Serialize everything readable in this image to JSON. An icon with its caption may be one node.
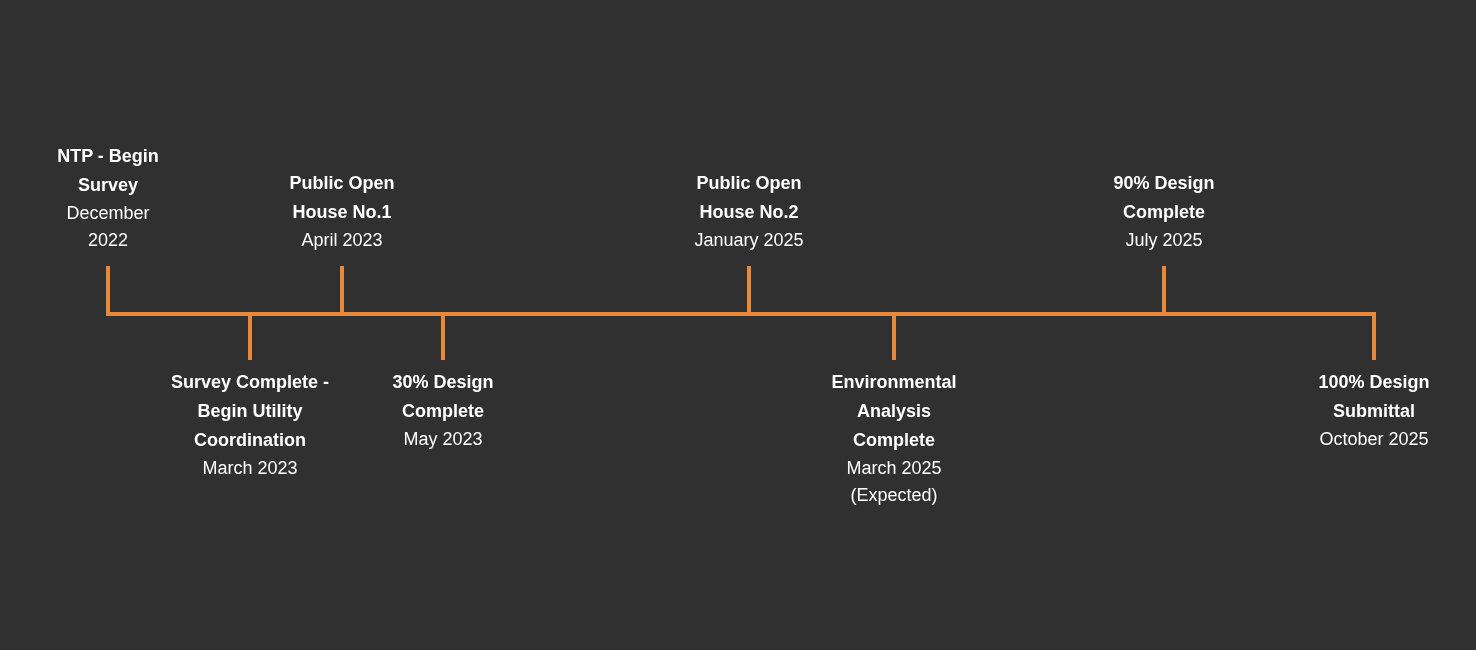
{
  "diagram": {
    "labels": [
      "NTP - Begin Survey",
      "December 2022",
      "Survey Complete - Begin Utility Coordination",
      "March 2023",
      "Public Open House No.1",
      "April 2023",
      "30% Design Complete",
      "May 2023",
      "Public Open House No.2",
      "January 2025",
      "Environmental Analysis Complete",
      "March 2025 (Expected)",
      "90% Design Complete",
      "July 2025",
      "100% Design Submittal",
      "October 2025"
    ]
  }
}
